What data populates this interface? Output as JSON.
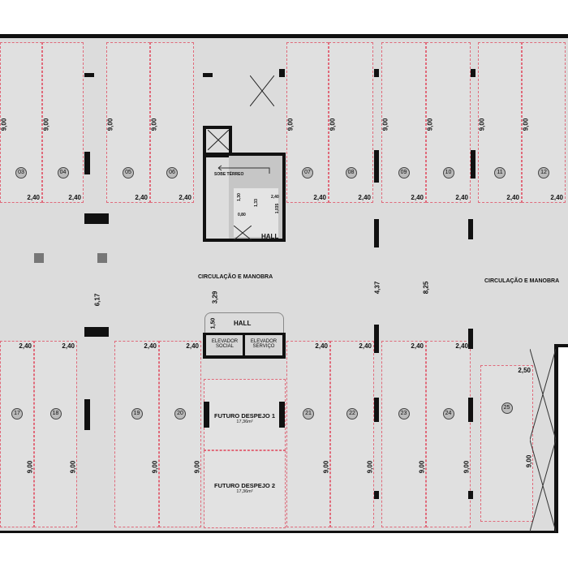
{
  "plan": {
    "top_spaces": [
      {
        "id": "03",
        "width": "2,40",
        "length": "9,00"
      },
      {
        "id": "04",
        "width": "2,40",
        "length": "9,00"
      },
      {
        "id": "05",
        "width": "2,40",
        "length": "9,00"
      },
      {
        "id": "06",
        "width": "2,40",
        "length": "9,00"
      },
      {
        "id": "07",
        "width": "2,40",
        "length": "9,00"
      },
      {
        "id": "08",
        "width": "2,40",
        "length": "9,00"
      },
      {
        "id": "09",
        "width": "2,40",
        "length": "9,00"
      },
      {
        "id": "10",
        "width": "2,40",
        "length": "9,00"
      },
      {
        "id": "11",
        "width": "2,40",
        "length": "9,00"
      },
      {
        "id": "12",
        "width": "2,40",
        "length": "9,00"
      }
    ],
    "bottom_spaces": [
      {
        "id": "17",
        "width": "2,40",
        "length": "9,00"
      },
      {
        "id": "18",
        "width": "2,40",
        "length": "9,00"
      },
      {
        "id": "19",
        "width": "2,40",
        "length": "9,00"
      },
      {
        "id": "20",
        "width": "2,40",
        "length": "9,00"
      },
      {
        "id": "21",
        "width": "2,40",
        "length": "9,00"
      },
      {
        "id": "22",
        "width": "2,40",
        "length": "9,00"
      },
      {
        "id": "23",
        "width": "2,40",
        "length": "9,00"
      },
      {
        "id": "24",
        "width": "2,40",
        "length": "9,00"
      },
      {
        "id": "25",
        "width": "2,50",
        "length": "9,00"
      }
    ],
    "circulation_label": "CIRCULAÇÃO E MANOBRA",
    "dims": {
      "d617": "6,17",
      "d329": "3,29",
      "d437": "4,37",
      "d825": "8,25",
      "d150": "1,50"
    },
    "stair": {
      "label": "SOBE TÉRREO",
      "d130a": "1,30",
      "d133": "1,33",
      "d240": "2,40",
      "d1035": "1,035",
      "d080": "0,80",
      "hall": "HALL"
    },
    "elevators": {
      "hall": "HALL",
      "social": "ELEVADOR SOCIAL",
      "servico": "ELEVADOR SERVIÇO"
    },
    "rooms": [
      {
        "name": "FUTURO DESPEJO 1",
        "area": "17,36m²"
      },
      {
        "name": "FUTURO DESPEJO 2",
        "area": "17,36m²"
      }
    ]
  }
}
